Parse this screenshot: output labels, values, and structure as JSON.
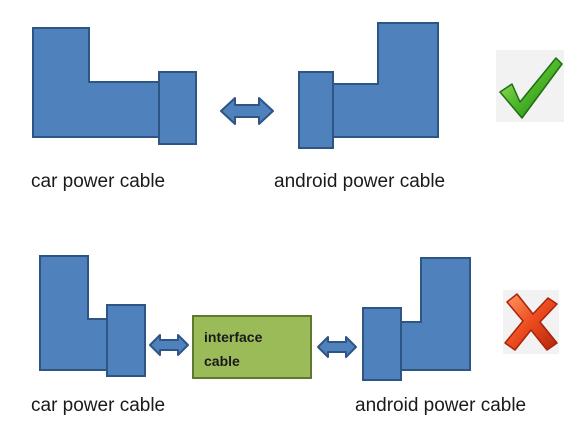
{
  "scenarios": {
    "direct": {
      "left_label": "car power cable",
      "right_label": "android power cable",
      "result": "checkmark"
    },
    "with_interface": {
      "left_label": "car power cable",
      "middle_label_line1": "interface",
      "middle_label_line2": "cable",
      "right_label": "android power cable",
      "result": "cross"
    }
  },
  "colors": {
    "connector_fill": "#4f81bd",
    "connector_stroke": "#2e5584",
    "interface_fill": "#9bbb59",
    "interface_stroke": "#5e7a31",
    "check_green": "#4caf2a",
    "cross_red": "#e4421f"
  }
}
